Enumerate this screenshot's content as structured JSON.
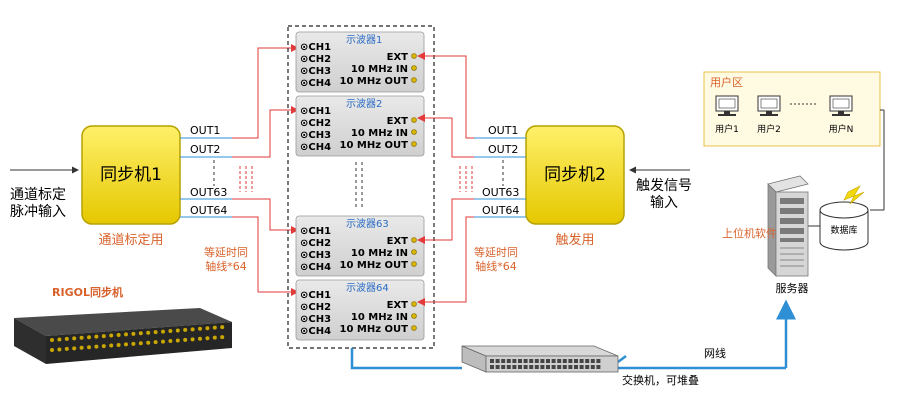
{
  "sync1": {
    "title": "同步机1",
    "caption": "通道标定用",
    "input_line1": "通道标定",
    "input_line2": "脉冲输入"
  },
  "sync2": {
    "title": "同步机2",
    "caption": "触发用",
    "input_line1": "触发信号",
    "input_line2": "输入"
  },
  "out_ports": [
    "OUT1",
    "OUT2",
    "OUT63",
    "OUT64"
  ],
  "delay_cable": {
    "line1": "等延时同",
    "line2": "轴线*64"
  },
  "scopes": [
    {
      "name": "示波器1"
    },
    {
      "name": "示波器2"
    },
    {
      "name": "示波器63"
    },
    {
      "name": "示波器64"
    }
  ],
  "channels": [
    "⊙CH1",
    "⊙CH2",
    "⊙CH3",
    "⊙CH4"
  ],
  "scope_inputs": [
    "EXT",
    "10 MHz IN",
    "10 MHz OUT"
  ],
  "rigol_label": "RIGOL同步机",
  "user_area": {
    "title": "用户区",
    "users": [
      "用户1",
      "用户2",
      "用户N"
    ]
  },
  "database_label": "数据库",
  "upper_software_label": "上位机软件",
  "server_label": "服务器",
  "network_label": "网线",
  "switch_label": "交换机，可堆叠",
  "colors": {
    "sync_fill": "#f1d90e",
    "sync_stroke": "#b7a200",
    "caption": "#d9622b",
    "red_wire": "#e33a3a",
    "blue_wire": "#2f8fd4",
    "scope_title": "#2b6cc4",
    "user_box_fill": "#fffbe3",
    "user_box_stroke": "#e6c24a"
  }
}
